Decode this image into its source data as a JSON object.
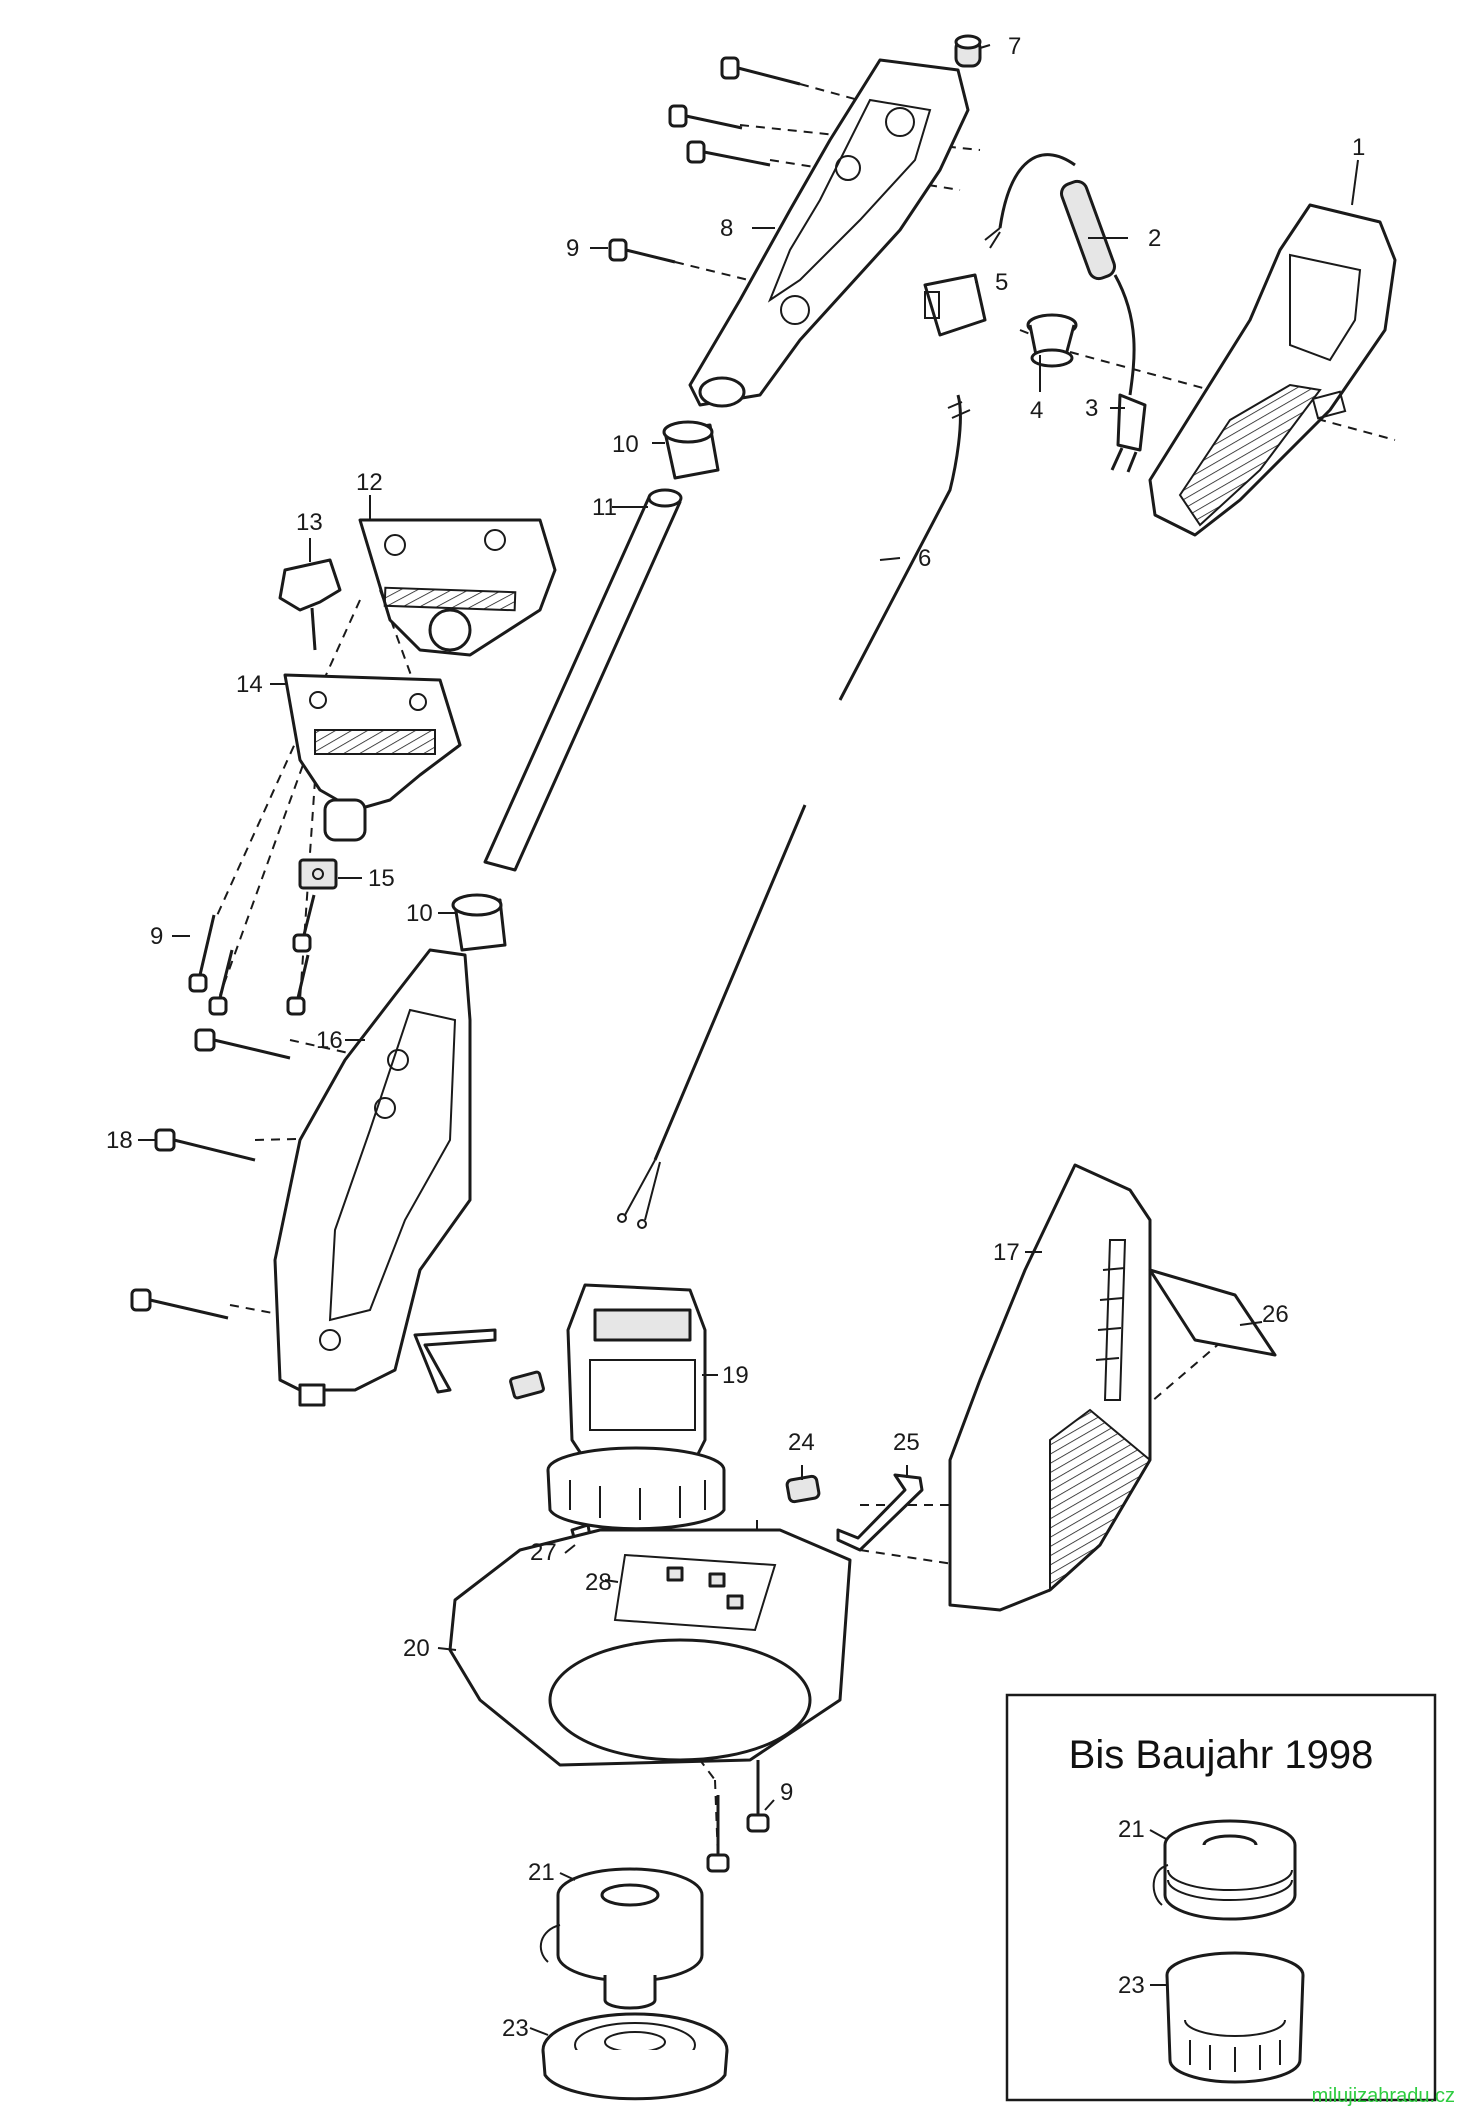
{
  "callouts": {
    "c1": "1",
    "c2": "2",
    "c3": "3",
    "c4": "4",
    "c5": "5",
    "c6": "6",
    "c7": "7",
    "c8": "8",
    "c9a": "9",
    "c9b": "9",
    "c9c": "9",
    "c10a": "10",
    "c10b": "10",
    "c11": "11",
    "c12": "12",
    "c13": "13",
    "c14": "14",
    "c15": "15",
    "c16": "16",
    "c17": "17",
    "c18": "18",
    "c19": "19",
    "c20": "20",
    "c21a": "21",
    "c21b": "21",
    "c23a": "23",
    "c23b": "23",
    "c24": "24",
    "c25": "25",
    "c26": "26",
    "c27": "27",
    "c28": "28"
  },
  "inset": {
    "title": "Bis Baujahr 1998"
  },
  "watermark": {
    "text": "milujizahradu.cz",
    "color": "#2ecc40"
  }
}
